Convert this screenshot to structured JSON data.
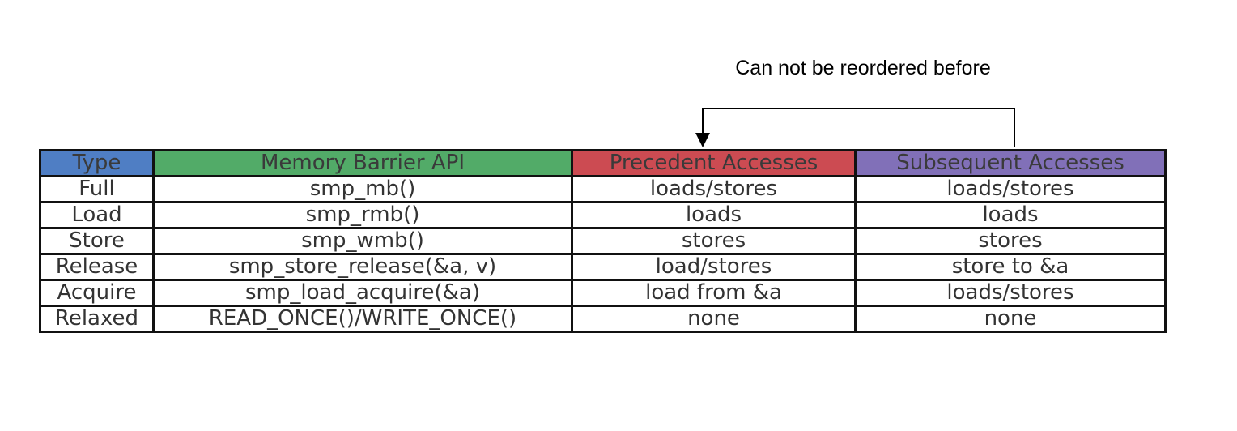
{
  "caption": "Can not be reordered before",
  "colors": {
    "type_header": "#4f7ec4",
    "api_header": "#52ab68",
    "precedent_header": "#cc4b52",
    "subsequent_header": "#8170b8",
    "border": "#111111",
    "text": "#333333",
    "arrow": "#000000"
  },
  "table": {
    "headers": {
      "type": "Type",
      "api": "Memory Barrier API",
      "precedent": "Precedent Accesses",
      "subsequent": "Subsequent Accesses"
    },
    "rows": [
      {
        "type": "Full",
        "api": "smp_mb()",
        "precedent": "loads/stores",
        "subsequent": "loads/stores"
      },
      {
        "type": "Load",
        "api": "smp_rmb()",
        "precedent": "loads",
        "subsequent": "loads"
      },
      {
        "type": "Store",
        "api": "smp_wmb()",
        "precedent": "stores",
        "subsequent": "stores"
      },
      {
        "type": "Release",
        "api": "smp_store_release(&a, v)",
        "precedent": "load/stores",
        "subsequent": "store to &a"
      },
      {
        "type": "Acquire",
        "api": "smp_load_acquire(&a)",
        "precedent": "load from &a",
        "subsequent": "loads/stores"
      },
      {
        "type": "Relaxed",
        "api": "READ_ONCE()/WRITE_ONCE()",
        "precedent": "none",
        "subsequent": "none"
      }
    ]
  }
}
